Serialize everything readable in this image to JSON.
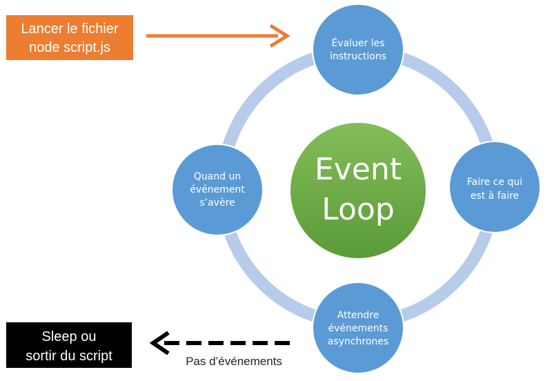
{
  "colors": {
    "ring": "#b7cbea",
    "node": "#5b9bd5",
    "node_stroke": "#ffffff",
    "center_top": "#84bd5a",
    "center_bottom": "#5a9b37",
    "start_box": "#ed7d31",
    "start_arrow": "#ed7d31",
    "end_box": "#000000",
    "exit_arrow": "#000000"
  },
  "start_box": {
    "lines": [
      "Lancer le fichier",
      "node script.js"
    ]
  },
  "end_box": {
    "lines": [
      "Sleep ou",
      "sortir du script"
    ]
  },
  "center": {
    "lines": [
      "Event",
      "Loop"
    ]
  },
  "nodes": {
    "top": {
      "lines": [
        "Évaluer les",
        "instructions"
      ]
    },
    "right": {
      "lines": [
        "Faire ce qui",
        "est à faire"
      ]
    },
    "bottom": {
      "lines": [
        "Attendre",
        "événements",
        "asynchrones"
      ]
    },
    "left": {
      "lines": [
        "Quand un",
        "événement",
        "s’avère"
      ]
    }
  },
  "exit_edge": {
    "label": "Pas d’événements"
  }
}
